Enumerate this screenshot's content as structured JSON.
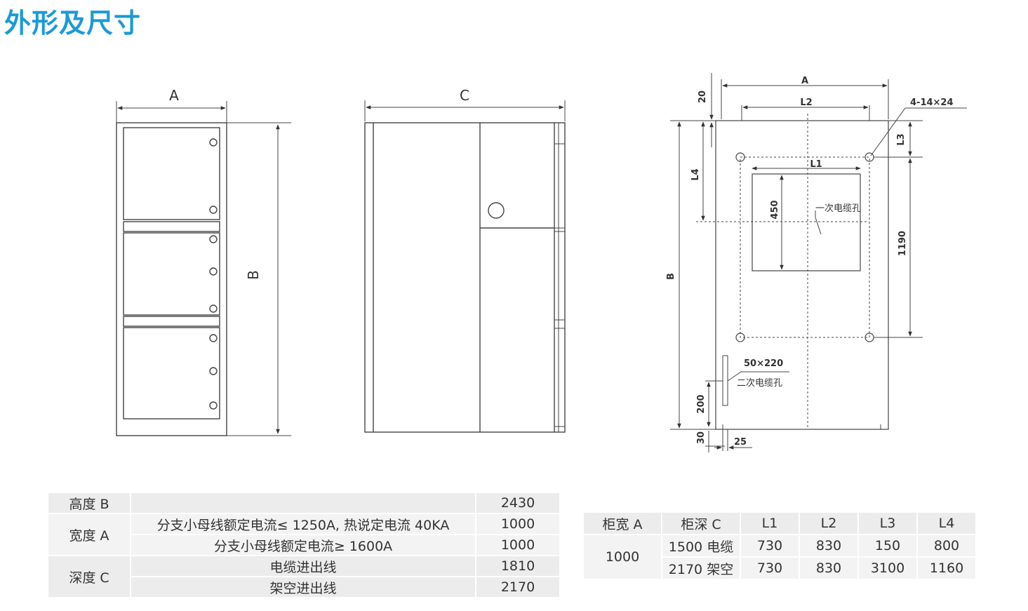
{
  "title": "外形及尺寸",
  "diagram": {
    "front": {
      "width_label": "A",
      "height_label": "B"
    },
    "side": {
      "depth_label": "C"
    },
    "base": {
      "label_A": "A",
      "label_B": "B",
      "label_L1": "L1",
      "label_L2": "L2",
      "label_L3": "L3",
      "label_L4": "L4",
      "dim_20": "20",
      "holes": "4-14×24",
      "dim_450": "450",
      "dim_1190": "1190",
      "cable_hole": "一次电缆孔",
      "slot_size": "50×220",
      "secondary_hole": "二次电缆孔",
      "dim_200": "200",
      "dim_30": "30",
      "dim_25": "25"
    }
  },
  "table_left": {
    "rows": [
      {
        "label": "高度 B",
        "desc": "",
        "value": "2430"
      },
      {
        "label": "宽度 A",
        "desc": "分支小母线额定电流≤ 1250A, 热说定电流 40KA",
        "value": "1000"
      },
      {
        "label": "",
        "desc": "分支小母线额定电流≥ 1600A",
        "value": "1000"
      },
      {
        "label": "深度 C",
        "desc": "电缆进出线",
        "value": "1810"
      },
      {
        "label": "",
        "desc": "架空进出线",
        "value": "2170"
      }
    ]
  },
  "table_right": {
    "headers": [
      "柜宽 A",
      "柜深 C",
      "L1",
      "L2",
      "L3",
      "L4"
    ],
    "width_value": "1000",
    "rows": [
      {
        "depth": "1500 电缆",
        "l1": "730",
        "l2": "830",
        "l3": "150",
        "l4": "800"
      },
      {
        "depth": "2170 架空",
        "l1": "730",
        "l2": "830",
        "l3": "3100",
        "l4": "1160"
      }
    ]
  }
}
